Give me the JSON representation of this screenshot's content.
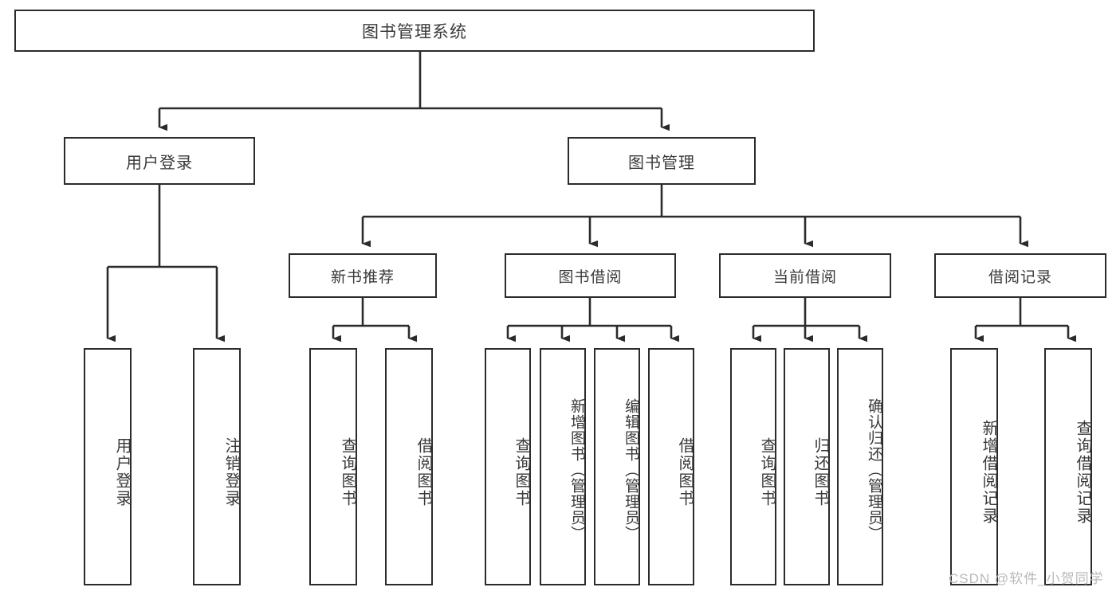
{
  "diagram": {
    "title": "图书管理系统",
    "type": "tree-hierarchy",
    "root": {
      "label": "图书管理系统"
    },
    "level2": [
      {
        "label": "用户登录"
      },
      {
        "label": "图书管理"
      }
    ],
    "level3": [
      {
        "label": "新书推荐"
      },
      {
        "label": "图书借阅"
      },
      {
        "label": "当前借阅"
      },
      {
        "label": "借阅记录"
      }
    ],
    "leaves": {
      "user_login": [
        {
          "label": "用户登录"
        },
        {
          "label": "注销登录"
        }
      ],
      "new_book_recommend": [
        {
          "label": "查询图书"
        },
        {
          "label": "借阅图书"
        }
      ],
      "book_borrow": [
        {
          "label": "查询图书"
        },
        {
          "label": "新增图书（管理员）"
        },
        {
          "label": "编辑图书（管理员）"
        },
        {
          "label": "借阅图书"
        }
      ],
      "current_borrow": [
        {
          "label": "查询图书"
        },
        {
          "label": "归还图书"
        },
        {
          "label": "确认归还（管理员）"
        }
      ],
      "borrow_record": [
        {
          "label": "新增借阅记录"
        },
        {
          "label": "查询借阅记录"
        }
      ]
    },
    "colors": {
      "box_border": "#2b2b2b",
      "box_fill": "#ffffff",
      "text": "#3a3a3a",
      "connector": "#2b2b2b",
      "watermark": "#b9b9b9",
      "background": "#ffffff"
    }
  },
  "watermark": {
    "text": "CSDN @软件_小贺同学"
  }
}
